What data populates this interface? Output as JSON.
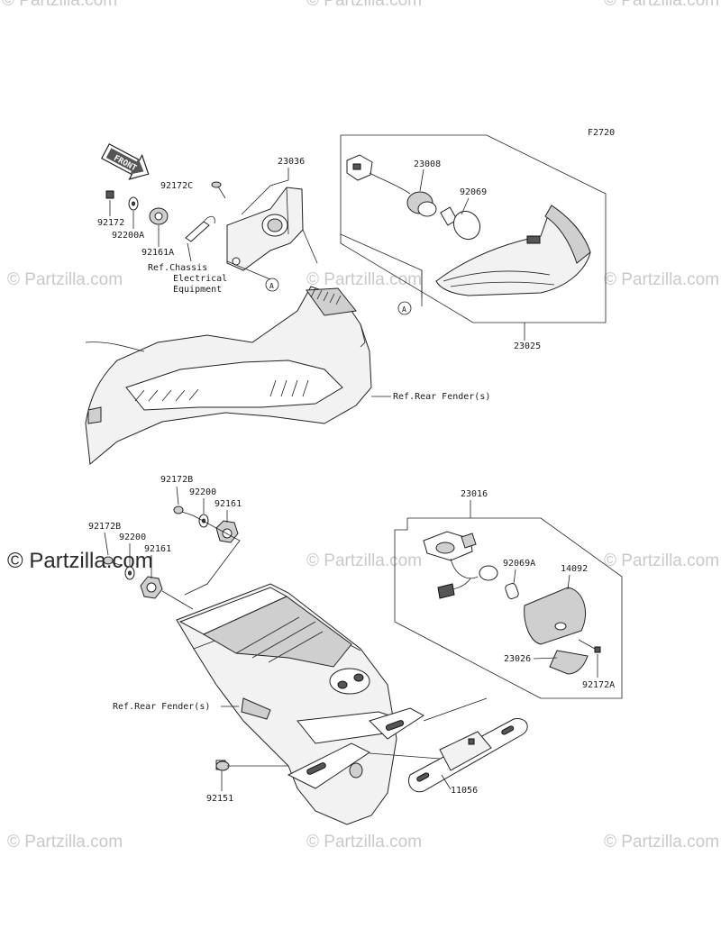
{
  "figure_code": "F2720",
  "front_arrow_label": "FRONT",
  "watermark": "© Partzilla.com",
  "callouts": {
    "A_upper": "A",
    "A_lower": "A"
  },
  "labels": {
    "p23036": "23036",
    "p23008": "23008",
    "p92069": "92069",
    "p92172C": "92172C",
    "p92172": "92172",
    "p92200A": "92200A",
    "p92161A": "92161A",
    "ref_chassis_1": "Ref.Chassis",
    "ref_chassis_2": "Electrical",
    "ref_chassis_3": "Equipment",
    "p23025": "23025",
    "ref_rear_fender_upper": "Ref.Rear Fender(s)",
    "p92172B_a": "92172B",
    "p92200_a": "92200",
    "p92161": "92161",
    "p92172B_b": "92172B",
    "p92200_b": "92200",
    "p92161_b": "92161",
    "p23016": "23016",
    "p92069A": "92069A",
    "p14092": "14092",
    "p23026": "23026",
    "p92172A": "92172A",
    "ref_rear_fender_lower": "Ref.Rear Fender(s)",
    "p92151": "92151",
    "p11056": "11056"
  }
}
